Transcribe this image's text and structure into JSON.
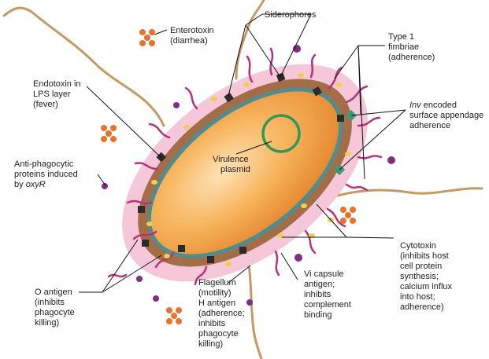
{
  "colors": {
    "cell_body": "#f5a94a",
    "cell_highlight": "#ffe2b8",
    "membrane": "#4c8f93",
    "capsule": "#f6c7d8",
    "wall_brown": "#a36d47",
    "fimbriae": "#b8327a",
    "flagellum": "#c49a62",
    "toxin_dots": "#e8732e",
    "vesicles": "#7d2f86",
    "lps_blocks": "#2b2b2b",
    "plasmid": "#2f9a57"
  },
  "labels": {
    "enterotoxin": {
      "lines": [
        "Enterotoxin",
        "(diarrhea)"
      ]
    },
    "siderophores": {
      "lines": [
        "Siderophores"
      ]
    },
    "type1_fimbriae": {
      "lines": [
        "Type 1",
        "fimbriae",
        "(adherence)"
      ]
    },
    "inv": {
      "italic": "Inv",
      "lines": [
        " encoded",
        "surface appendage",
        "adherence"
      ]
    },
    "endotoxin": {
      "lines": [
        "Endotoxin in",
        "LPS layer",
        "(fever)"
      ]
    },
    "virulence_plasmid": {
      "lines": [
        "Virulence",
        "plasmid"
      ]
    },
    "anti_phagocytic": {
      "lines": [
        "Anti-phagocytic",
        "proteins induced"
      ],
      "last_prefix": "by ",
      "last_italic": "oxyR"
    },
    "cytotoxin": {
      "lines": [
        "Cytotoxin",
        "(inhibits host",
        "cell protein",
        "synthesis;",
        "calcium influx",
        "into host;",
        "adherence)"
      ]
    },
    "o_antigen": {
      "lines": [
        "O antigen",
        "(inhibits",
        "phagocyte",
        "killing)"
      ]
    },
    "flagellum": {
      "lines": [
        "Flagellum",
        "(motility)",
        "H antigen",
        "(adherence;",
        "inhibits",
        "phagocyte",
        "killing)"
      ]
    },
    "vi_capsule": {
      "lines": [
        "Vi capsule",
        "antigen;",
        "inhibits",
        "complement",
        "binding"
      ]
    }
  }
}
